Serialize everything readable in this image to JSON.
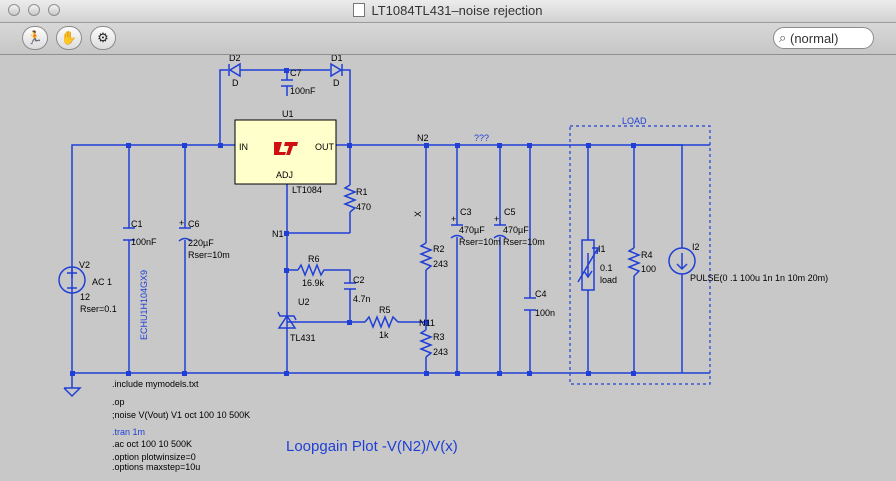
{
  "window": {
    "title": "LT1084TL431–noise rejection"
  },
  "toolbar": {
    "tools": [
      {
        "name": "run-icon"
      },
      {
        "name": "halt-hand-icon"
      },
      {
        "name": "probe-icon"
      }
    ],
    "search_value": "(normal)"
  },
  "schematic": {
    "wire_color": "#1f3fd6",
    "regulator": {
      "ref": "U1",
      "part": "LT1084",
      "pin_in": "IN",
      "pin_out": "OUT",
      "pin_adj": "ADJ",
      "logo_color": "#d01010",
      "body_color": "#ffffcc"
    },
    "diodes": [
      {
        "ref": "D2",
        "model": "D"
      },
      {
        "ref": "D1",
        "model": "D"
      }
    ],
    "c7": {
      "ref": "C7",
      "value": "100nF"
    },
    "v2": {
      "ref": "V2",
      "line1": "AC 1",
      "line2": "12",
      "line3": "Rser=0.1"
    },
    "c1": {
      "ref": "C1",
      "value": "100nF",
      "sublabel": "ECHU1H104GX9"
    },
    "c6": {
      "ref": "C6",
      "value": "220µF",
      "rser": "Rser=10m"
    },
    "r1": {
      "ref": "R1",
      "value": "470"
    },
    "n1": "N1",
    "n2": "N2",
    "n11": "N11",
    "x_label": "X",
    "qq_label": "???",
    "r6": {
      "ref": "R6",
      "value": "16.9k"
    },
    "c2": {
      "ref": "C2",
      "value": "4.7n"
    },
    "u2": {
      "ref": "U2",
      "part": "TL431"
    },
    "r5": {
      "ref": "R5",
      "value": "1k"
    },
    "r2": {
      "ref": "R2",
      "value": "243"
    },
    "r3": {
      "ref": "R3",
      "value": "243"
    },
    "c3": {
      "ref": "C3",
      "value": "470µF",
      "rser": "Rser=10m"
    },
    "c5": {
      "ref": "C5",
      "value": "470µF",
      "rser": "Rser=10m"
    },
    "c4": {
      "ref": "C4",
      "value": "100n"
    },
    "load": {
      "label": "LOAD",
      "i1_ref": "I1",
      "i1_value": "0.1",
      "i1_sub": "load",
      "r4_ref": "R4",
      "r4_value": "100",
      "i2_ref": "I2",
      "i2_value": "PULSE(0 .1 100u 1n 1n 10m 20m)"
    },
    "directives": {
      "include": ".include mymodels.txt",
      "op": ".op",
      "noise": ";noise V(Vout) V1 oct 100 10 500K",
      "tran": ".tran 1m",
      "ac": ".ac oct 100 10 500K",
      "plotwinsize": ".option plotwinsize=0",
      "maxstep": ".options maxstep=10u"
    },
    "loopgain": "Loopgain Plot -V(N2)/V(x)"
  }
}
